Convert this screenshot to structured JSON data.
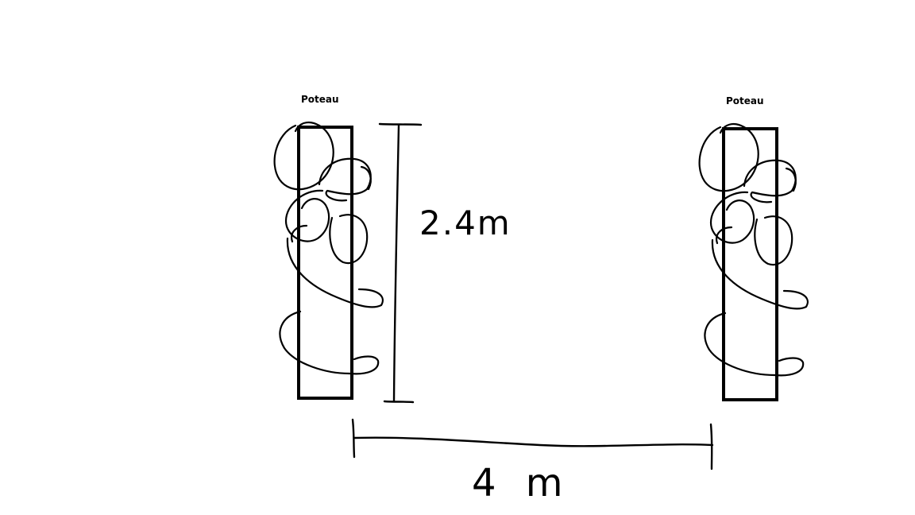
{
  "diagram": {
    "posts": [
      {
        "label": "Poteau"
      },
      {
        "label": "Poteau"
      }
    ],
    "dimensions": {
      "height": "2.4m",
      "width": "4 m"
    },
    "colors": {
      "ink": "#000000",
      "background": "#ffffff"
    }
  }
}
